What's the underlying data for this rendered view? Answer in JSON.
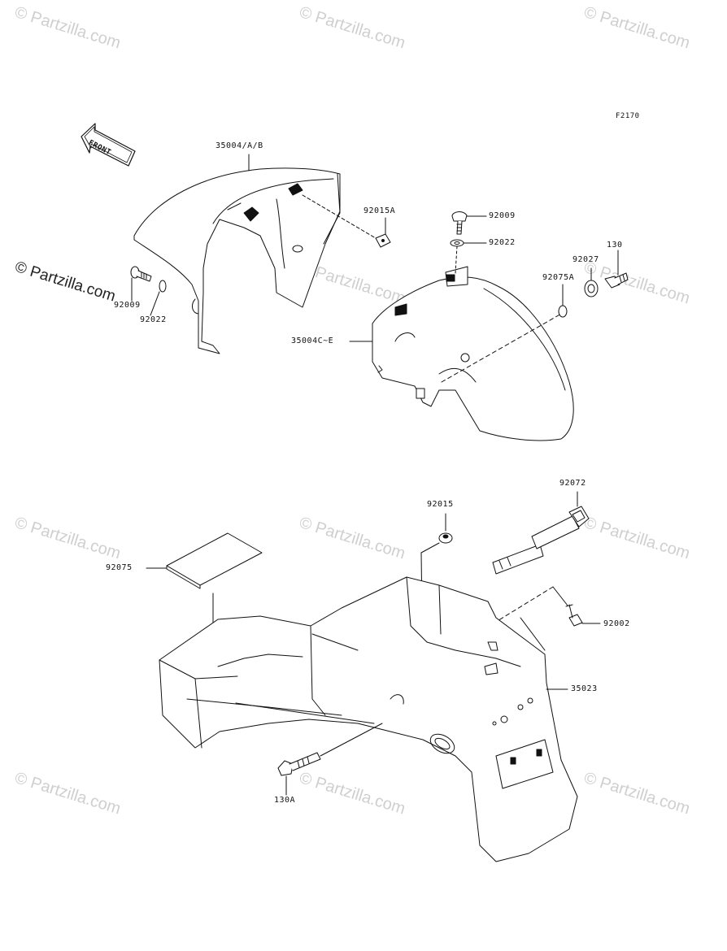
{
  "figure_code": "F2170",
  "front_arrow_label": "FRONT",
  "watermark": "© Partzilla.com",
  "callouts": {
    "p35004ab": "35004/A/B",
    "p92015a": "92015A",
    "p92009_top": "92009",
    "p92022_top": "92022",
    "p130": "130",
    "p92027": "92027",
    "p92075a": "92075A",
    "p92009_left": "92009",
    "p92022_left": "92022",
    "p35004ce": "35004C~E",
    "p92072": "92072",
    "p92015": "92015",
    "p92075": "92075",
    "p92002": "92002",
    "p35023": "35023",
    "p130a": "130A"
  }
}
